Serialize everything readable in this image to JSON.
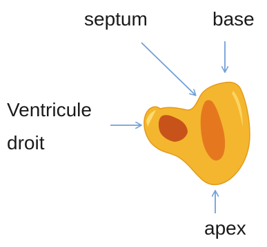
{
  "labels": {
    "septum": "septum",
    "base": "base",
    "ventricule_line1": "Ventricule",
    "ventricule_line2": "droit",
    "apex": "apex"
  },
  "colors": {
    "arrow": "#6f9fd8",
    "outer_shape": "#f4b62e",
    "outer_edge": "#e39a1a",
    "inner_dark": "#c8531a",
    "inner_mid": "#e5781f",
    "highlight": "#fde27a"
  }
}
